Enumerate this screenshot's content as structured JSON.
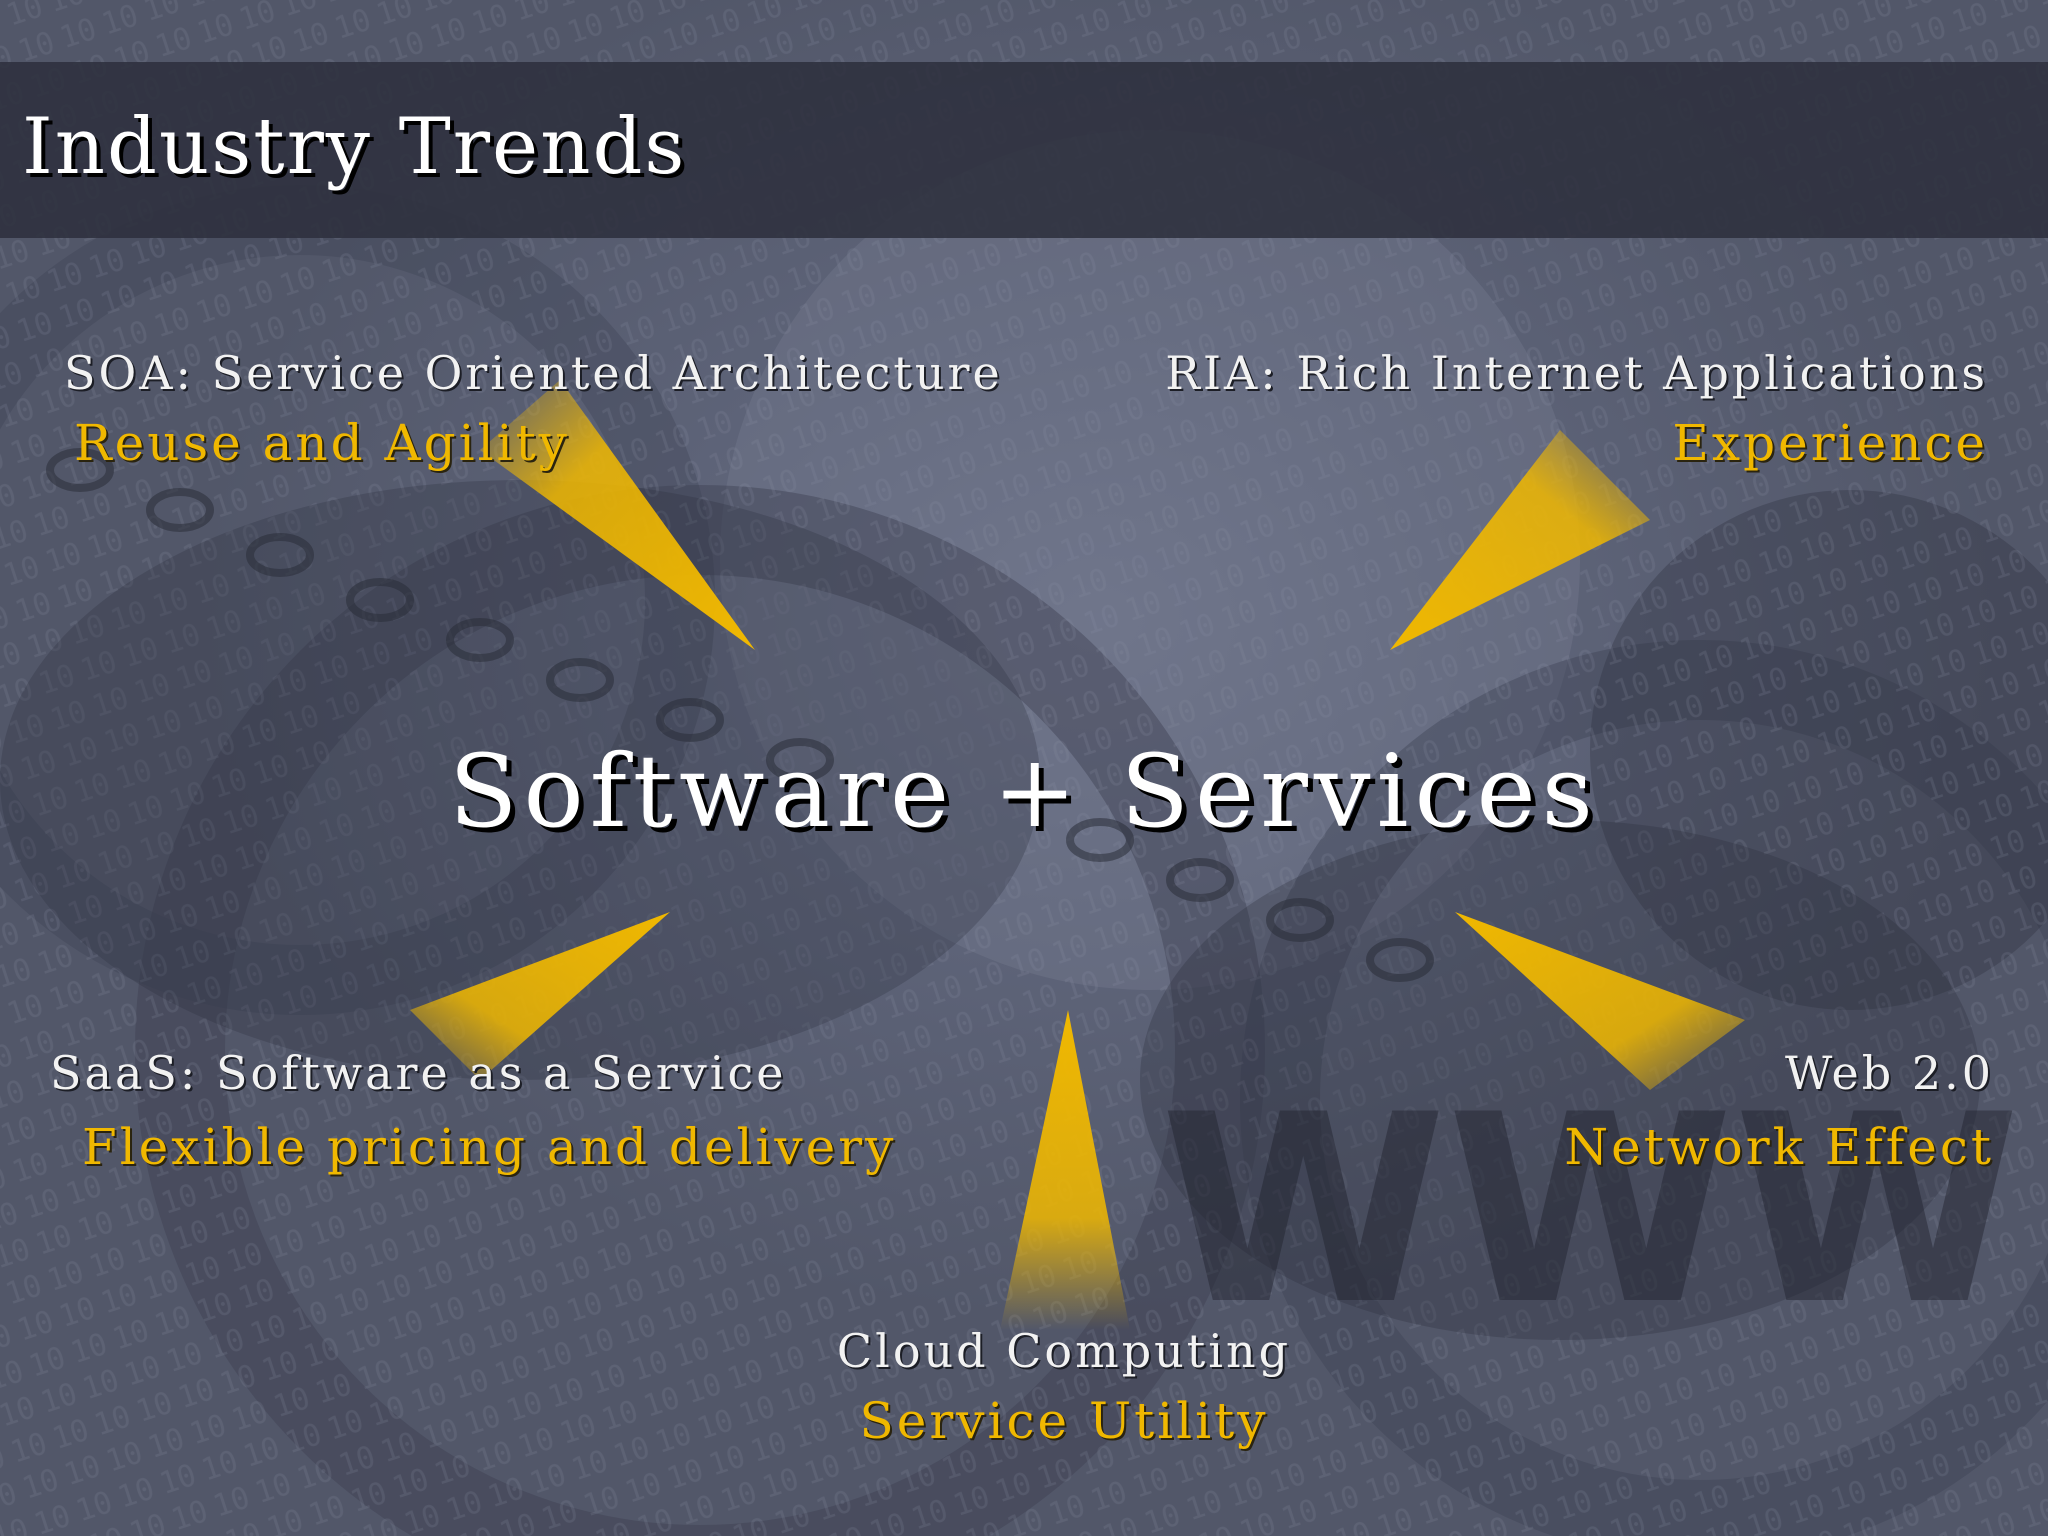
{
  "slide": {
    "title": "Industry Trends",
    "center": "Software + Services",
    "accent_color": "#f0b800",
    "items": [
      {
        "heading": "SOA: Service Oriented Architecture",
        "subheading": "Reuse and Agility"
      },
      {
        "heading": "RIA: Rich Internet Applications",
        "subheading": "Experience"
      },
      {
        "heading": "SaaS: Software as a Service",
        "subheading": "Flexible pricing and delivery"
      },
      {
        "heading": "Web 2.0",
        "subheading": "Network Effect"
      },
      {
        "heading": "Cloud Computing",
        "subheading": "Service Utility"
      }
    ]
  }
}
